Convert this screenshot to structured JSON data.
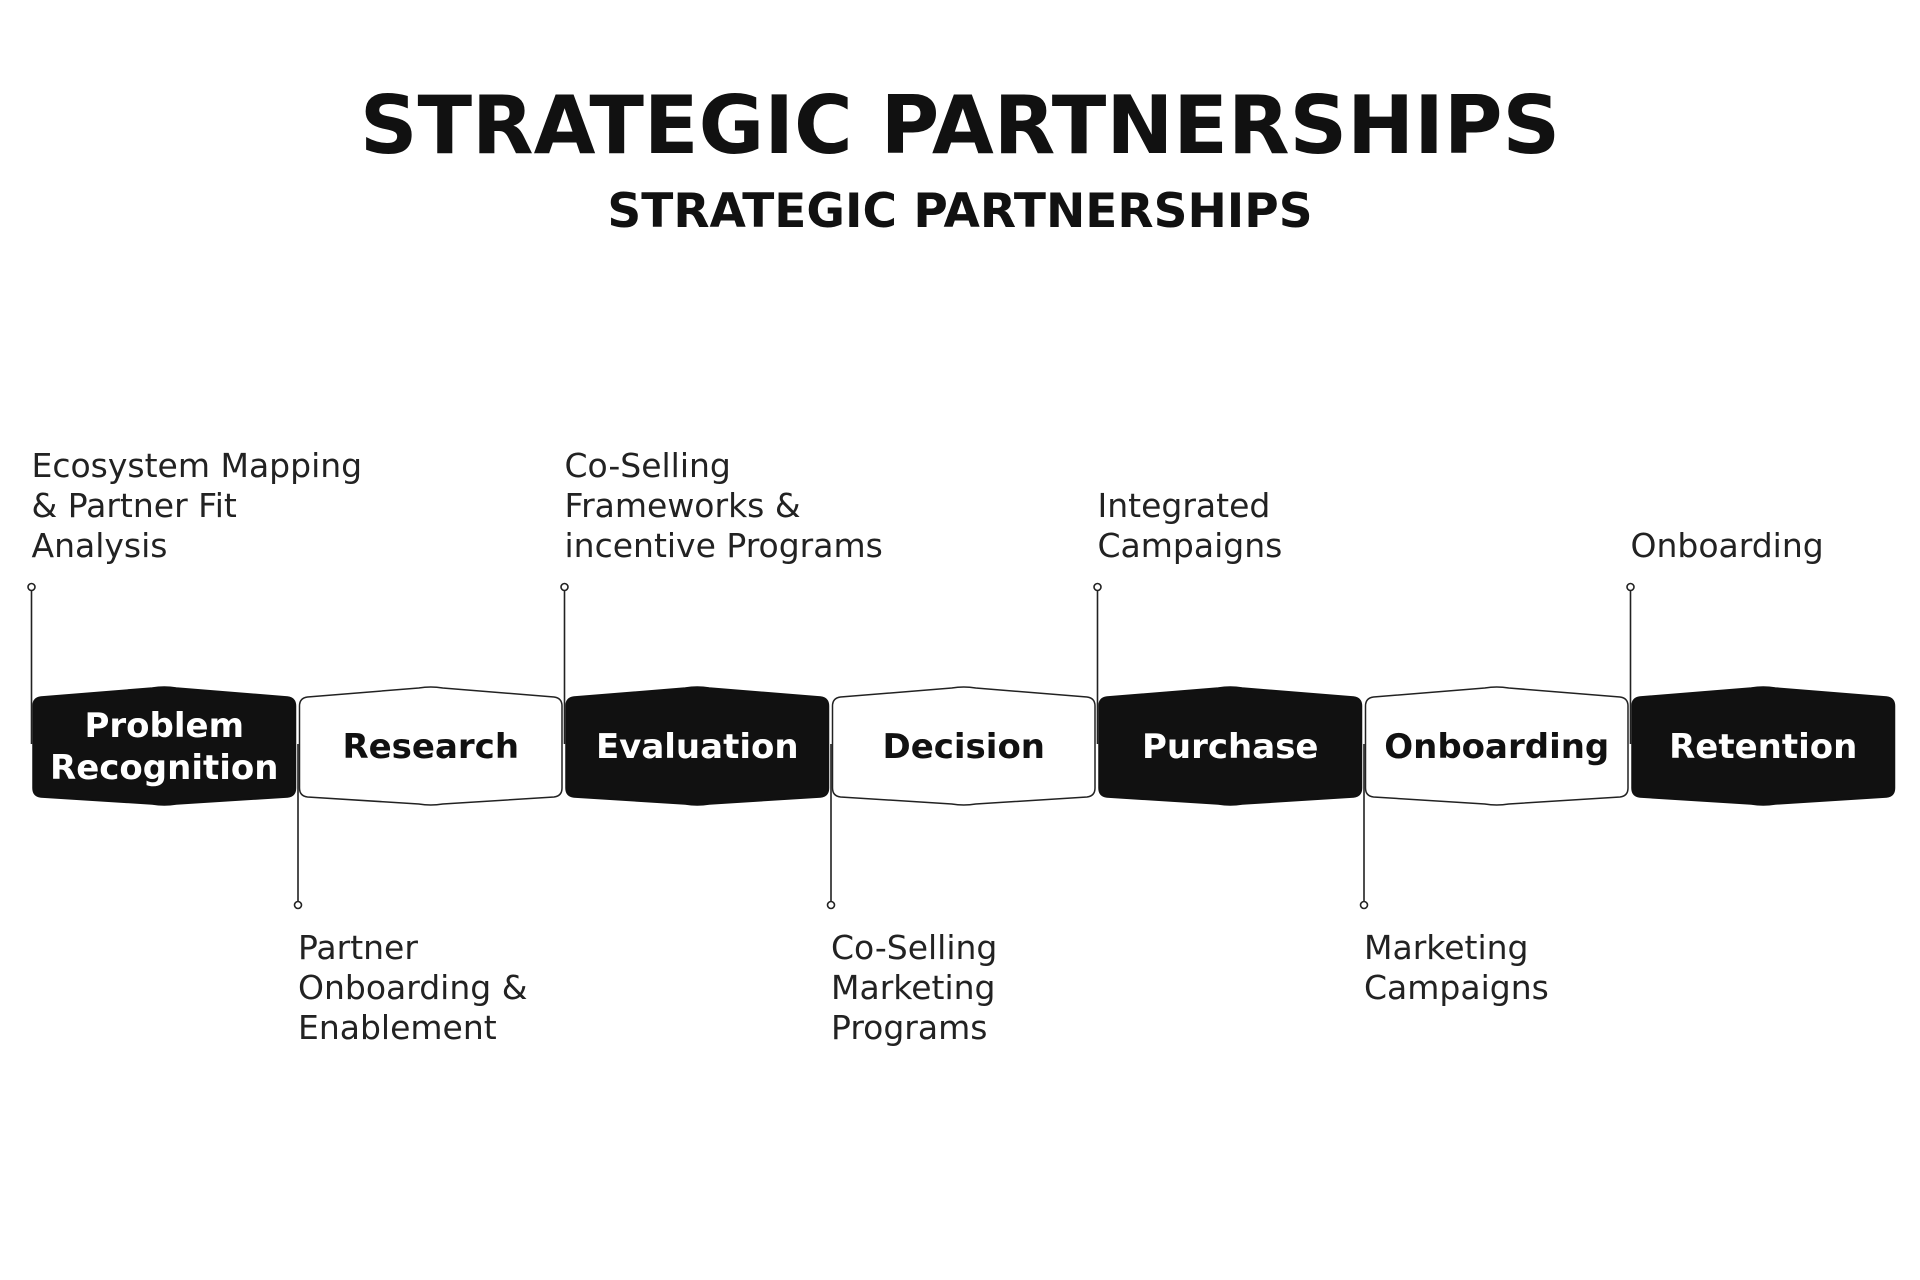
{
  "title": "STRATEGIC PARTNERSHIPS",
  "subtitle": "STRATEGIC PARTNERSHIPS",
  "colors": {
    "dark": "#111111",
    "light": "#ffffff",
    "line": "#222222"
  },
  "stages": [
    {
      "label": "Problem\nRecognition",
      "style": "dark"
    },
    {
      "label": "Research",
      "style": "light"
    },
    {
      "label": "Evaluation",
      "style": "dark"
    },
    {
      "label": "Decision",
      "style": "light"
    },
    {
      "label": "Purchase",
      "style": "dark"
    },
    {
      "label": "Onboarding",
      "style": "light"
    },
    {
      "label": "Retention",
      "style": "dark"
    }
  ],
  "callouts": [
    {
      "stage": 0,
      "position": "above",
      "text": "Ecosystem Mapping\n& Partner Fit\nAnalysis"
    },
    {
      "stage": 1,
      "position": "below",
      "text": "Partner\nOnboarding &\nEnablement"
    },
    {
      "stage": 2,
      "position": "above",
      "text": "Co-Selling\nFrameworks &\nincentive Programs"
    },
    {
      "stage": 3,
      "position": "below",
      "text": "Co-Selling\nMarketing\nPrograms"
    },
    {
      "stage": 4,
      "position": "above",
      "text": "Integrated\nCampaigns"
    },
    {
      "stage": 5,
      "position": "below",
      "text": "Marketing\nCampaigns"
    },
    {
      "stage": 6,
      "position": "above",
      "text": "Onboarding"
    }
  ]
}
